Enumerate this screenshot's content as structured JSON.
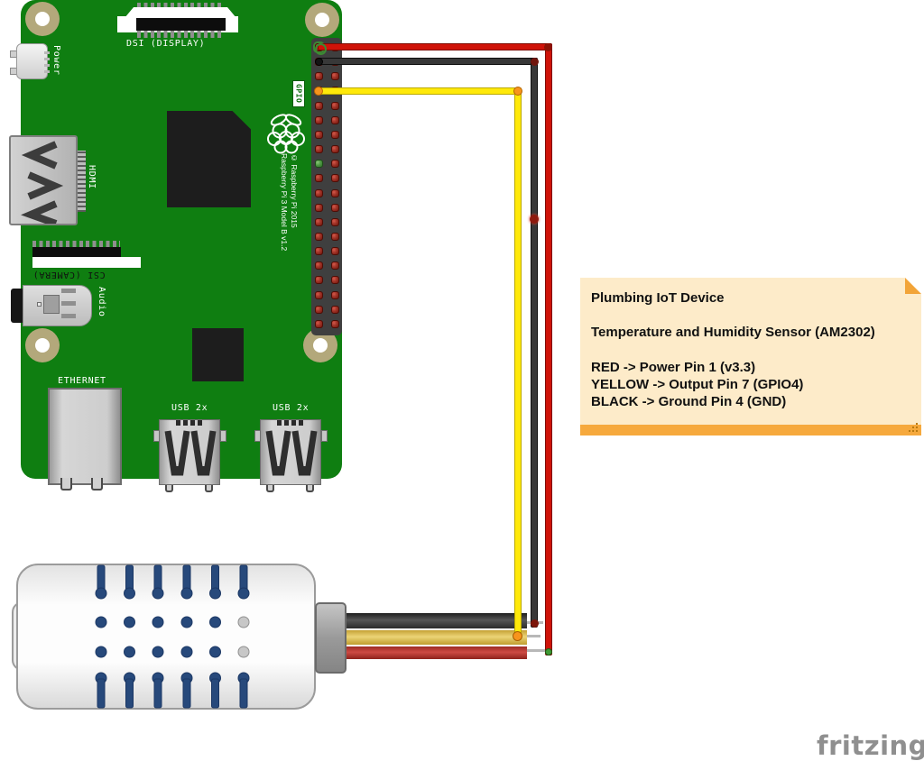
{
  "board_labels": {
    "power": "Power",
    "dsi": "DSI (DISPLAY)",
    "hdmi": "HDMI",
    "csi": "CSI (CAMERA)",
    "audio": "Audio",
    "ethernet": "ETHERNET",
    "usb_left": "USB 2x",
    "usb_right": "USB 2x",
    "gpio": "GPIO"
  },
  "silkscreen": {
    "line1": "Raspberry Pi 3 Model B v1.2",
    "line2": "© Raspberry Pi 2015"
  },
  "note": {
    "title": "Plumbing IoT Device",
    "subtitle": "Temperature and Humidity Sensor (AM2302)",
    "wiring": [
      "RED -> Power Pin 1 (v3.3)",
      "YELLOW -> Output Pin 7 (GPIO4)",
      "BLACK -> Ground Pin 4 (GND)"
    ],
    "bg_color": "#fdebc9",
    "bar_color": "#f6a93d"
  },
  "wire_colors": {
    "red": "#cf1309",
    "yellow": "#ffe90a",
    "black": "#383838"
  },
  "board_color": "#0f7e11",
  "watermark": "fritzing"
}
